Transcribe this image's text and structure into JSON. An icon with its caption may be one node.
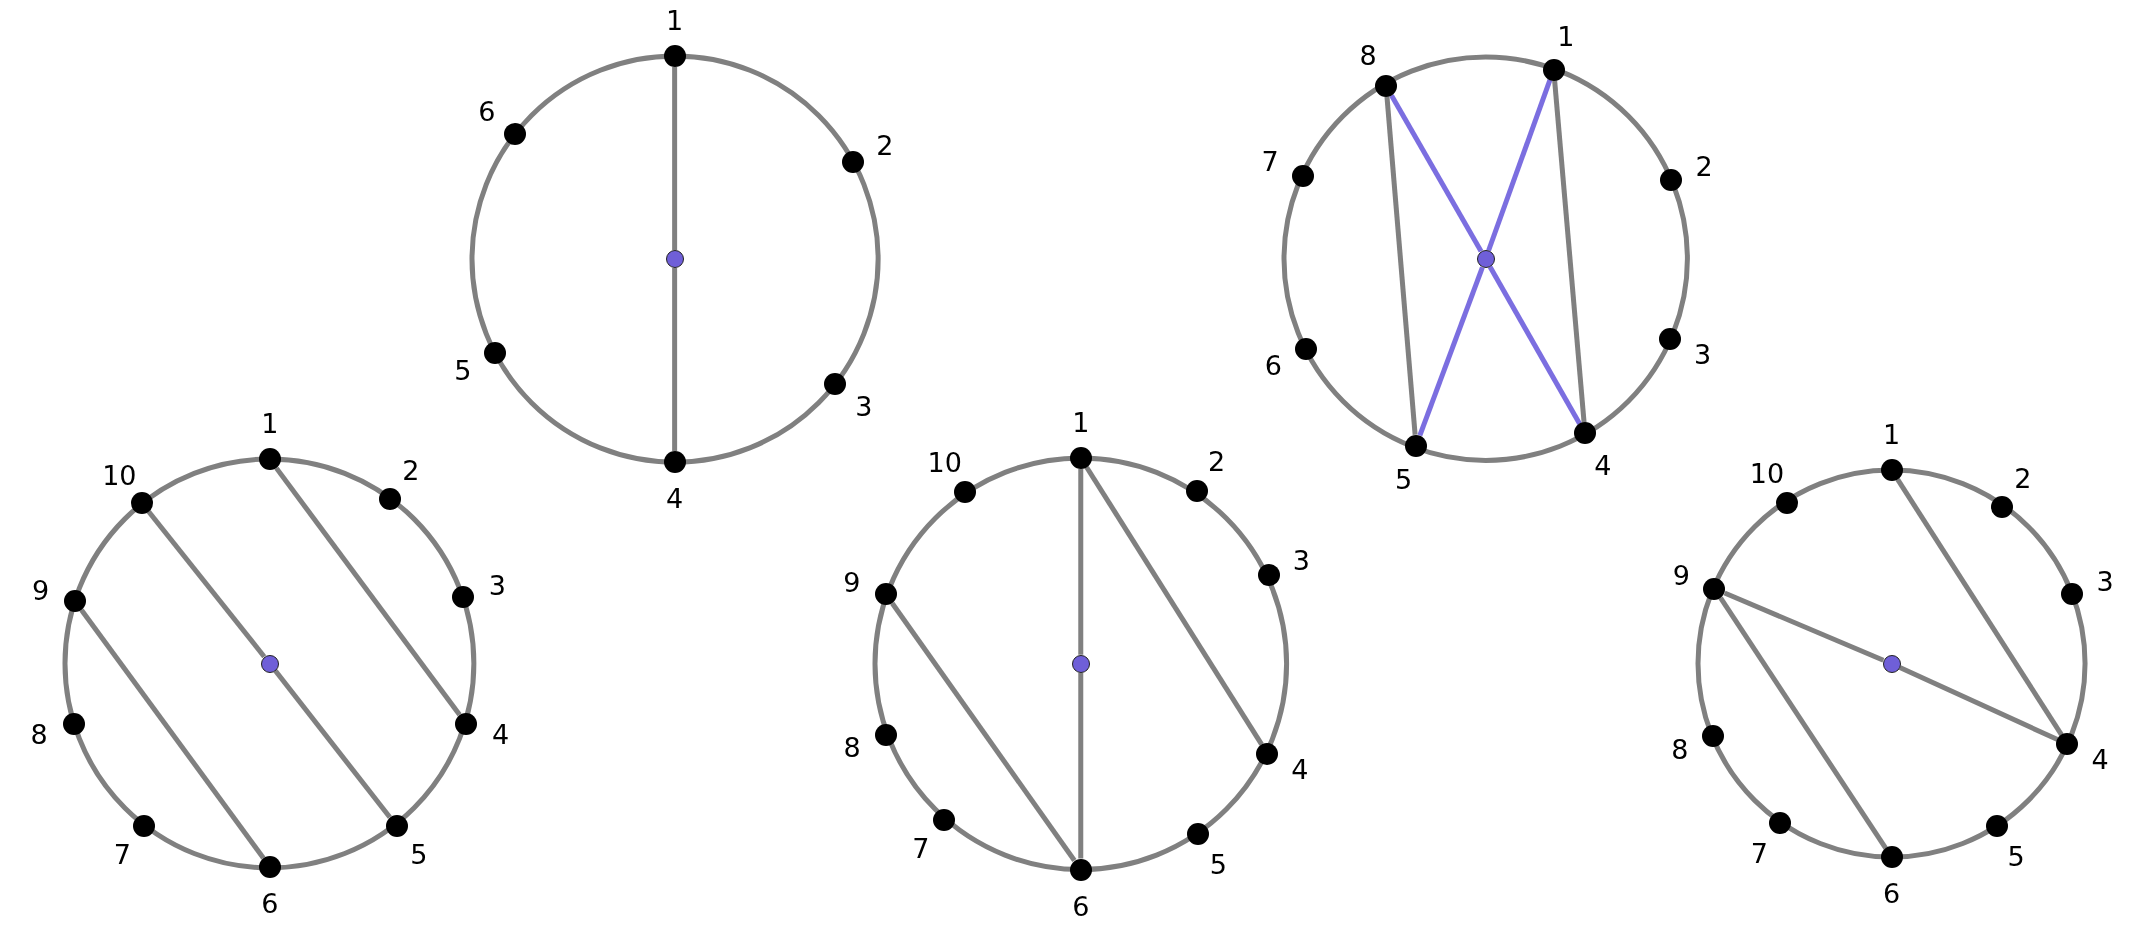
{
  "diagram": {
    "nodes": [
      {
        "text": [],
        "shape": "circle"
      },
      {
        "text": [
          "1"
        ],
        "in": 0
      },
      {
        "text": [
          "2"
        ],
        "in": 0
      },
      {
        "text": [
          "3"
        ],
        "in": 0
      },
      {
        "text": [
          "4"
        ],
        "in": 0
      },
      {
        "text": [
          "5"
        ],
        "in": 0
      },
      {
        "text": [
          "6"
        ],
        "in": 0
      },
      {
        "text": [],
        "shape": "circle",
        "in": 0
      },
      {
        "text": [],
        "shape": "circle"
      },
      {
        "text": [
          "1"
        ],
        "in": 8
      },
      {
        "text": [
          "2"
        ],
        "in": 8
      },
      {
        "text": [
          "3"
        ],
        "in": 8
      },
      {
        "text": [
          "4"
        ],
        "in": 8
      },
      {
        "text": [
          "5"
        ],
        "in": 8
      },
      {
        "text": [
          "6"
        ],
        "in": 8
      },
      {
        "text": [
          "7"
        ],
        "in": 8
      },
      {
        "text": [
          "8"
        ],
        "in": 8
      },
      {
        "text": [],
        "shape": "circle",
        "in": 8
      },
      {
        "text": [],
        "shape": "circle"
      },
      {
        "text": [
          "1"
        ],
        "in": 18
      },
      {
        "text": [
          "2"
        ],
        "in": 18
      },
      {
        "text": [
          "3"
        ],
        "in": 18
      },
      {
        "text": [
          "4"
        ],
        "in": 18
      },
      {
        "text": [
          "5"
        ],
        "in": 18
      },
      {
        "text": [
          "6"
        ],
        "in": 18
      },
      {
        "text": [
          "7"
        ],
        "in": 18
      },
      {
        "text": [
          "8"
        ],
        "in": 18
      },
      {
        "text": [
          "9"
        ],
        "in": 18
      },
      {
        "text": [
          "10"
        ],
        "in": 18
      },
      {
        "text": [],
        "shape": "circle",
        "in": 18
      },
      {
        "text": [],
        "shape": "circle"
      },
      {
        "text": [
          "1"
        ],
        "in": 30
      },
      {
        "text": [
          "2"
        ],
        "in": 30
      },
      {
        "text": [
          "3"
        ],
        "in": 30
      },
      {
        "text": [
          "4"
        ],
        "in": 30
      },
      {
        "text": [
          "5"
        ],
        "in": 30
      },
      {
        "text": [
          "6"
        ],
        "in": 30
      },
      {
        "text": [
          "7"
        ],
        "in": 30
      },
      {
        "text": [
          "8"
        ],
        "in": 30
      },
      {
        "text": [
          "9"
        ],
        "in": 30
      },
      {
        "text": [
          "10"
        ],
        "in": 30
      },
      {
        "text": [],
        "shape": "circle",
        "in": 30
      },
      {
        "text": [],
        "shape": "circle"
      },
      {
        "text": [
          "1"
        ],
        "in": 42
      },
      {
        "text": [
          "2"
        ],
        "in": 42
      },
      {
        "text": [
          "3"
        ],
        "in": 42
      },
      {
        "text": [
          "4"
        ],
        "in": 42
      },
      {
        "text": [
          "5"
        ],
        "in": 42
      },
      {
        "text": [
          "6"
        ],
        "in": 42
      },
      {
        "text": [
          "7"
        ],
        "in": 42
      },
      {
        "text": [
          "8"
        ],
        "in": 42
      },
      {
        "text": [
          "9"
        ],
        "in": 42
      },
      {
        "text": [
          "10"
        ],
        "in": 42
      },
      {
        "text": [],
        "shape": "circle",
        "in": 42
      }
    ],
    "edges": [
      {
        "from": 1,
        "to": 7,
        "arrow": "none"
      },
      {
        "from": 7,
        "to": 4,
        "arrow": "none"
      },
      {
        "from": 16,
        "to": 13,
        "arrow": "none"
      },
      {
        "from": 9,
        "to": 12,
        "arrow": "none"
      },
      {
        "from": 16,
        "to": 17,
        "arrow": "none",
        "color": "#7b6ee0"
      },
      {
        "from": 17,
        "to": 12,
        "arrow": "none",
        "color": "#7b6ee0"
      },
      {
        "from": 9,
        "to": 17,
        "arrow": "none",
        "color": "#7b6ee0"
      },
      {
        "from": 17,
        "to": 13,
        "arrow": "none",
        "color": "#7b6ee0"
      },
      {
        "from": 19,
        "to": 22,
        "arrow": "none"
      },
      {
        "from": 28,
        "to": 29,
        "arrow": "none"
      },
      {
        "from": 29,
        "to": 23,
        "arrow": "none"
      },
      {
        "from": 27,
        "to": 24,
        "arrow": "none"
      },
      {
        "from": 31,
        "to": 41,
        "arrow": "none"
      },
      {
        "from": 41,
        "to": 36,
        "arrow": "none"
      },
      {
        "from": 31,
        "to": 34,
        "arrow": "none"
      },
      {
        "from": 39,
        "to": 36,
        "arrow": "none"
      },
      {
        "from": 51,
        "to": 53,
        "arrow": "none"
      },
      {
        "from": 53,
        "to": 46,
        "arrow": "none"
      },
      {
        "from": 43,
        "to": 46,
        "arrow": "none"
      },
      {
        "from": 51,
        "to": 48,
        "arrow": "none"
      }
    ]
  }
}
